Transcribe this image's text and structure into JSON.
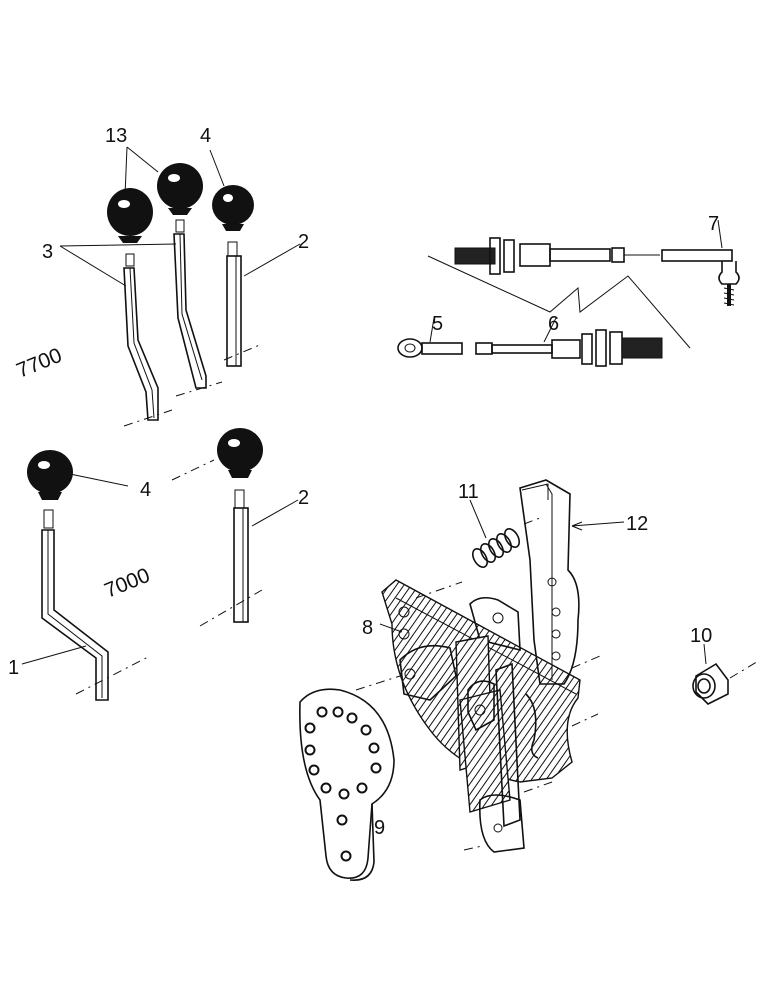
{
  "diagram": {
    "model_labels": {
      "upper": "7700",
      "lower": "7000"
    },
    "part_labels": {
      "p1": "1",
      "p2_upper": "2",
      "p2_lower": "2",
      "p3": "3",
      "p4_upper": "4",
      "p4_lower": "4",
      "p5": "5",
      "p6": "6",
      "p7": "7",
      "p8": "8",
      "p9": "9",
      "p10": "10",
      "p11": "11",
      "p12": "12",
      "p13": "13"
    }
  }
}
